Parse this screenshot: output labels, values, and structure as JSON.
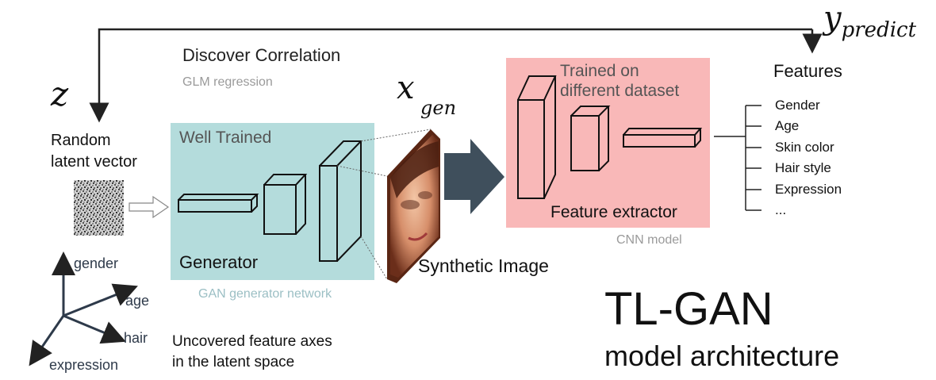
{
  "loop": {
    "z_symbol": "z",
    "y_symbol": "y",
    "y_subscript": "predict",
    "discover_title": "Discover Correlation",
    "discover_subtitle": "GLM regression"
  },
  "input": {
    "label_line1": "Random",
    "label_line2": "latent vector"
  },
  "generator": {
    "top_label": "Well Trained",
    "name": "Generator",
    "caption": "GAN generator network",
    "box_color": "#b4dcdc"
  },
  "image": {
    "x_symbol": "x",
    "x_subscript": "gen",
    "caption": "Synthetic Image"
  },
  "extractor": {
    "top_label_line1": "Trained on",
    "top_label_line2": "different dataset",
    "name": "Feature extractor",
    "caption": "CNN model",
    "box_color": "#f9b8b8"
  },
  "features": {
    "title": "Features",
    "items": [
      "Gender",
      "Age",
      "Skin color",
      "Hair style",
      "Expression",
      "..."
    ]
  },
  "axes": {
    "gender": "gender",
    "age": "age",
    "hair": "hair",
    "expression": "expression",
    "caption_line1": "Uncovered feature axes",
    "caption_line2": "in the latent space"
  },
  "title": {
    "main": "TL-GAN",
    "sub": "model architecture"
  }
}
